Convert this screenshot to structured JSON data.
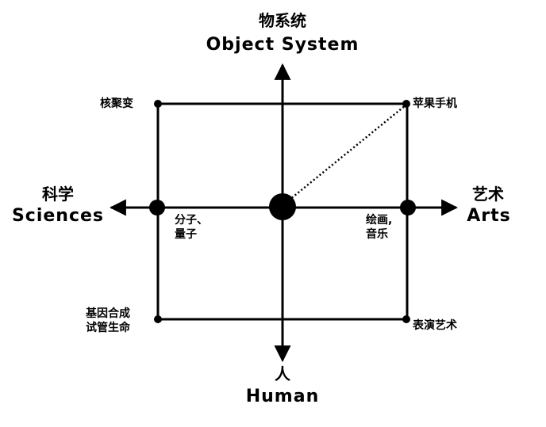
{
  "axes": {
    "top": {
      "zh": "物系统",
      "en": "Object System"
    },
    "bottom": {
      "zh": "人",
      "en": "Human"
    },
    "left": {
      "zh": "科学",
      "en": "Sciences"
    },
    "right": {
      "zh": "艺术",
      "en": "Arts"
    }
  },
  "corners": {
    "top_left": "核聚变",
    "top_right": "苹果手机",
    "bottom_left_line1": "基因合成",
    "bottom_left_line2": "试管生命",
    "bottom_right": "表演艺术"
  },
  "mid_points": {
    "left_line1": "分子、",
    "left_line2": "量子",
    "right_line1": "绘画,",
    "right_line2": "音乐"
  },
  "colors": {
    "ink": "#000000",
    "background": "#ffffff"
  }
}
